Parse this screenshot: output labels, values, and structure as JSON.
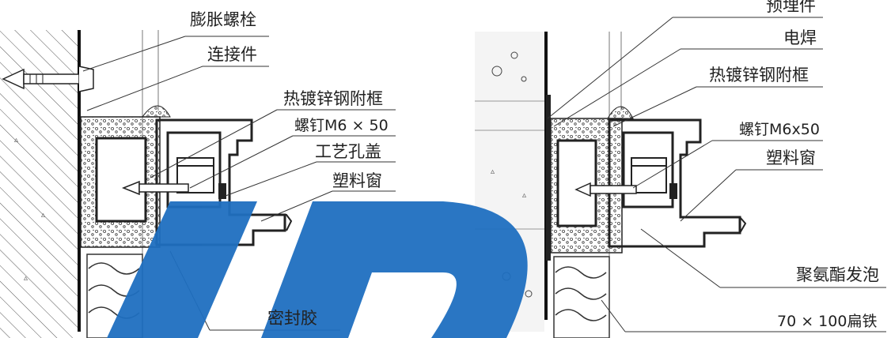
{
  "diagram": {
    "left_panel": {
      "labels": {
        "expansion_bolt": "膨胀螺栓",
        "connector": "连接件",
        "galv_subframe": "热镀锌钢附框",
        "screw": "螺钉M6 × 50",
        "hole_cover": "工艺孔盖",
        "plastic_window": "塑料窗",
        "sealant": "密封胶"
      }
    },
    "right_panel": {
      "labels": {
        "embedded_part": "预埋件",
        "electric_weld": "电焊",
        "galv_subframe": "热镀锌钢附框",
        "screw": "螺钉M6x50",
        "plastic_window": "塑料窗",
        "pu_foam": "聚氨酯发泡",
        "flat_iron": "70 × 100扁铁"
      }
    }
  },
  "colors": {
    "line": "#222222",
    "watermark": "#1f6fc0"
  }
}
